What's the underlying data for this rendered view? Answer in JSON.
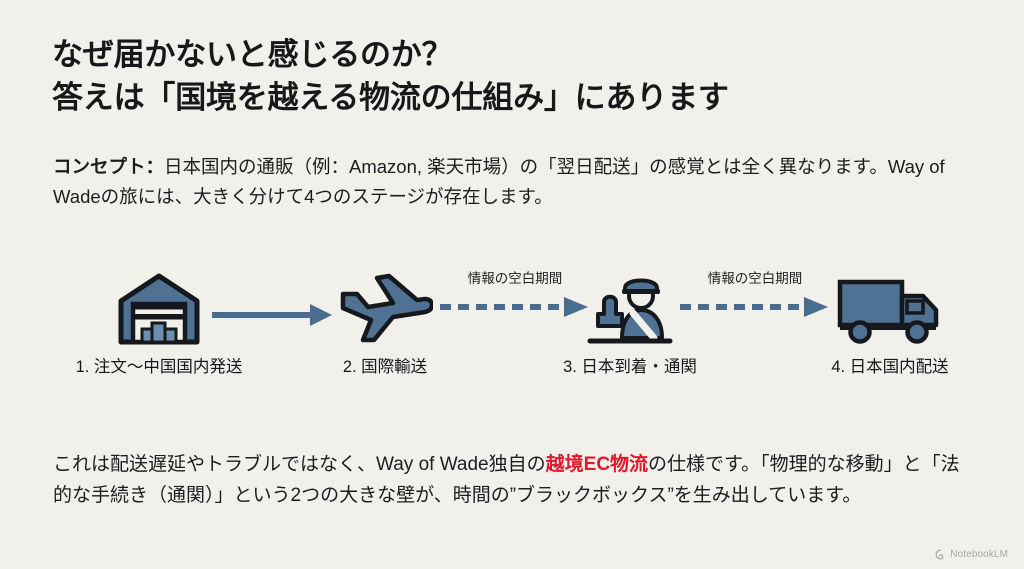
{
  "slide": {
    "background_color": "#f2f0eb",
    "title": {
      "line1": "なぜ届かないと感じるのか？",
      "line2": "答えは「国境を越える物流の仕組み」にあります"
    },
    "concept": {
      "label": "コンセプト：",
      "body": "日本国内の通販（例：Amazon, 楽天市場）の「翌日配送」の感覚とは全く異なります。Way of Wadeの旅には、大きく分けて4つのステージが存在します。"
    },
    "diagram": {
      "icon_fill_color": "#4f7294",
      "icon_outline_color": "#15181c",
      "arrow_color": "#4a6d8f",
      "stages": [
        {
          "number": "1.",
          "label": "1. 注文〜中国国内発送",
          "icon": "warehouse-icon"
        },
        {
          "number": "2.",
          "label": "2. 国際輸送",
          "icon": "airplane-icon"
        },
        {
          "number": "3.",
          "label": "3. 日本到着・通関",
          "icon": "customs-officer-icon"
        },
        {
          "number": "4.",
          "label": "4. 日本国内配送",
          "icon": "delivery-truck-icon"
        }
      ],
      "connectors": [
        {
          "type": "solid",
          "caption": ""
        },
        {
          "type": "dashed",
          "caption": "情報の空白期間"
        },
        {
          "type": "dashed",
          "caption": "情報の空白期間"
        }
      ]
    },
    "bottom": {
      "line1_part1": "これは配送遅延やトラブルではなく、Way of Wade独自の",
      "line1_highlight": "越境EC物流",
      "line1_part2": "の仕様です。",
      "line2": "「物理的な移動」と「法的な手続き（通関）」という2つの大きな壁が、時間の”ブラック",
      "line3": "ボックス”を生み出しています。",
      "highlight_color": "#e3172a"
    },
    "watermark": {
      "text": "NotebookLM",
      "icon": "notebooklm-logo-icon"
    }
  }
}
